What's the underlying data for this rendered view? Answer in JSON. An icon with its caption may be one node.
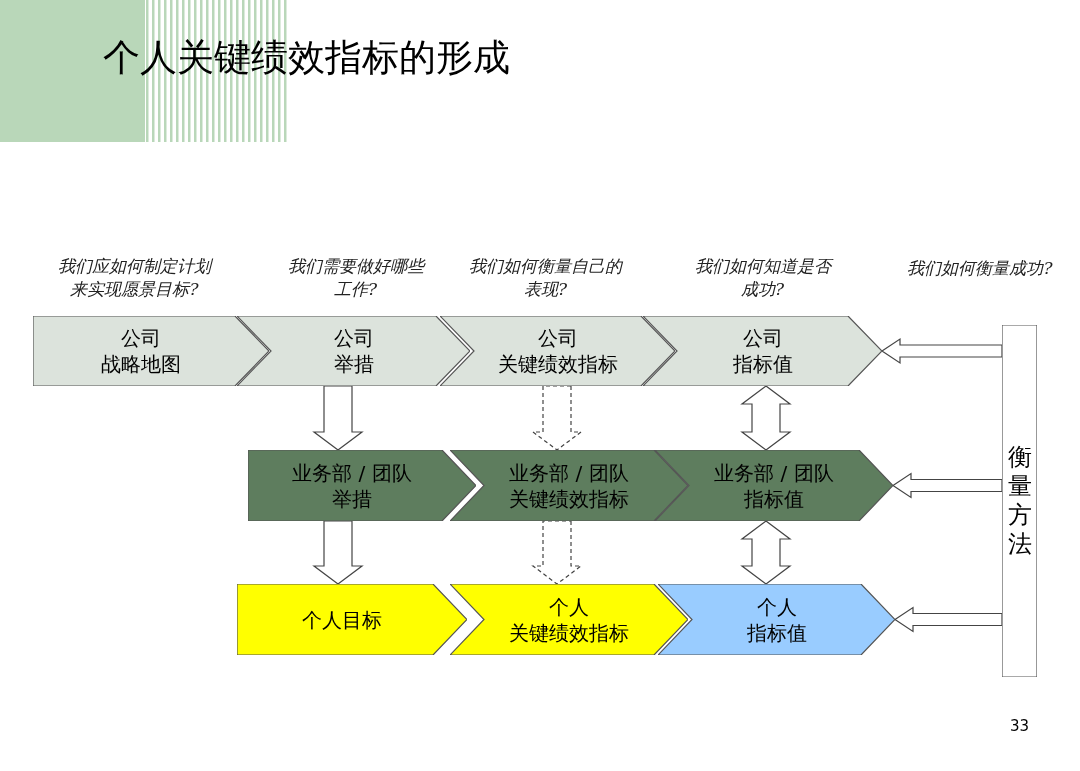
{
  "diagram": {
    "title": "个人关键绩效指标的形成",
    "nodes": [
      {
        "text": [
          "公司",
          "战略地图"
        ],
        "beside": [
          "我们应如何制定计划来实现愿景目标?"
        ]
      },
      {
        "text": [
          "公司",
          "举措"
        ],
        "beside": [
          "我们需要做好哪些工作?"
        ]
      },
      {
        "text": [
          "公司",
          "关键绩效指标"
        ],
        "beside": [
          "我们如何衡量自己的表现?"
        ]
      },
      {
        "text": [
          "公司",
          "指标值"
        ],
        "beside": [
          "我们如何知道是否成功?"
        ]
      },
      {
        "text": [
          "业务部 / 团队",
          "举措"
        ]
      },
      {
        "text": [
          "业务部 / 团队",
          "关键绩效指标"
        ]
      },
      {
        "text": [
          "业务部 / 团队",
          "指标值"
        ]
      },
      {
        "text": [
          "个人目标"
        ]
      },
      {
        "text": [
          "个人",
          "关键绩效指标"
        ]
      },
      {
        "text": [
          "个人",
          "指标值"
        ]
      },
      {
        "text": [
          "衡量方法"
        ],
        "beside": [
          "我们如何衡量成功?"
        ]
      }
    ],
    "edges": [
      {
        "from": 1,
        "to": 4,
        "arrow": "to"
      },
      {
        "from": 4,
        "to": 7,
        "arrow": "to"
      },
      {
        "from": 2,
        "to": 5,
        "arrow": "to",
        "style": "dashed"
      },
      {
        "from": 5,
        "to": 8,
        "arrow": "to",
        "style": "dashed"
      },
      {
        "from": 3,
        "to": 6,
        "arrow": "both"
      },
      {
        "from": 6,
        "to": 9,
        "arrow": "both"
      },
      {
        "from": 10,
        "to": 3,
        "arrow": "to"
      },
      {
        "from": 10,
        "to": 6,
        "arrow": "to"
      },
      {
        "from": 10,
        "to": 9,
        "arrow": "to"
      }
    ],
    "labels": [
      "33"
    ]
  }
}
